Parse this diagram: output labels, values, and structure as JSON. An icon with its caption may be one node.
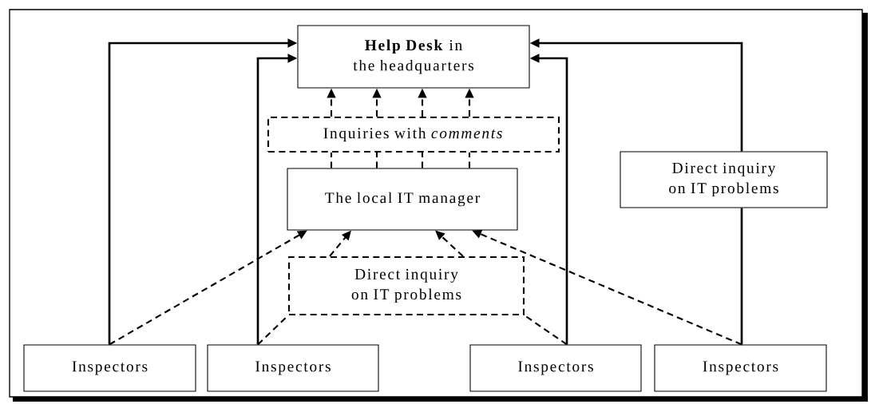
{
  "diagram": {
    "nodes": [
      {
        "text": [
          "**Help Desk** in the headquarters"
        ]
      },
      {
        "text": [
          "Inquiries with *comments*"
        ]
      },
      {
        "text": [
          "The local IT manager"
        ]
      },
      {
        "text": [
          "Direct inquiry on IT problems"
        ]
      },
      {
        "text": [
          "Direct inquiry on IT problems"
        ]
      },
      {
        "text": [
          "Inspectors"
        ]
      },
      {
        "text": [
          "Inspectors"
        ]
      },
      {
        "text": [
          "Inspectors"
        ]
      },
      {
        "text": [
          "Inspectors"
        ]
      }
    ],
    "edges": [
      {
        "from": 5,
        "to": 0,
        "arrow": "to"
      },
      {
        "from": 6,
        "to": 0,
        "arrow": "to"
      },
      {
        "from": 7,
        "to": 0,
        "arrow": "to"
      },
      {
        "from": 8,
        "to": 4,
        "arrow": "none"
      },
      {
        "from": 4,
        "to": 0,
        "arrow": "to"
      },
      {
        "from": 2,
        "to": 1,
        "arrow": "none",
        "style": "dashed"
      },
      {
        "from": 2,
        "to": 1,
        "arrow": "none",
        "style": "dashed"
      },
      {
        "from": 2,
        "to": 1,
        "arrow": "none",
        "style": "dashed"
      },
      {
        "from": 2,
        "to": 1,
        "arrow": "none",
        "style": "dashed"
      },
      {
        "from": 1,
        "to": 0,
        "arrow": "to",
        "style": "dashed"
      },
      {
        "from": 1,
        "to": 0,
        "arrow": "to",
        "style": "dashed"
      },
      {
        "from": 1,
        "to": 0,
        "arrow": "to",
        "style": "dashed"
      },
      {
        "from": 1,
        "to": 0,
        "arrow": "to",
        "style": "dashed"
      },
      {
        "from": 5,
        "to": 2,
        "arrow": "to",
        "style": "dashed"
      },
      {
        "from": 6,
        "to": 3,
        "arrow": "none",
        "style": "dashed"
      },
      {
        "from": 3,
        "to": 2,
        "arrow": "to",
        "style": "dashed"
      },
      {
        "from": 3,
        "to": 2,
        "arrow": "to",
        "style": "dashed"
      },
      {
        "from": 7,
        "to": 3,
        "arrow": "none",
        "style": "dashed"
      },
      {
        "from": 8,
        "to": 2,
        "arrow": "to",
        "style": "dashed"
      }
    ]
  }
}
